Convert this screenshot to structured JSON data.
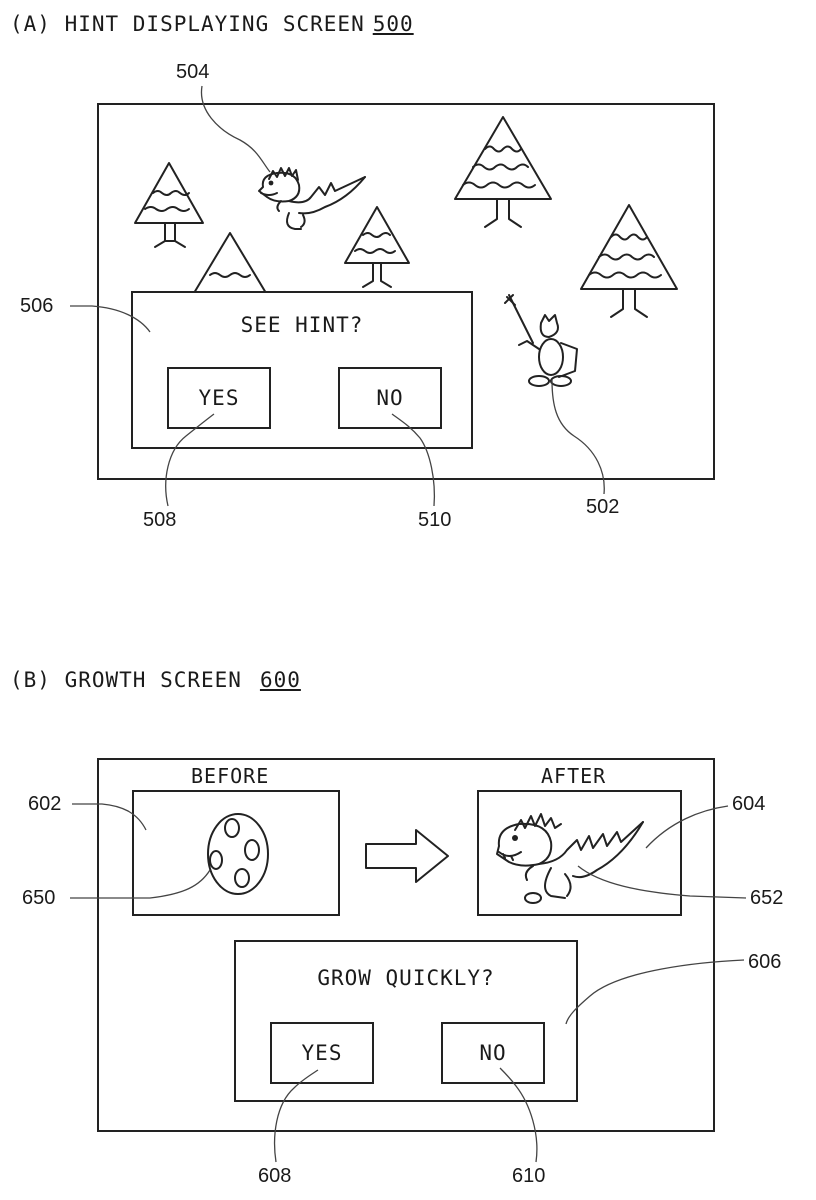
{
  "figure_a": {
    "title": "(A) HINT DISPLAYING SCREEN",
    "ref": "500",
    "dialog": {
      "question": "SEE HINT?",
      "yes_label": "YES",
      "no_label": "NO"
    },
    "refs": {
      "monster": "504",
      "dialog": "506",
      "yes": "508",
      "no": "510",
      "player": "502"
    }
  },
  "figure_b": {
    "title": "(B) GROWTH SCREEN",
    "ref": "600",
    "before_label": "BEFORE",
    "after_label": "AFTER",
    "dialog": {
      "question": "GROW QUICKLY?",
      "yes_label": "YES",
      "no_label": "NO"
    },
    "refs": {
      "before_panel": "602",
      "after_panel": "604",
      "egg": "650",
      "grown_monster": "652",
      "dialog": "606",
      "yes": "608",
      "no": "610"
    }
  }
}
